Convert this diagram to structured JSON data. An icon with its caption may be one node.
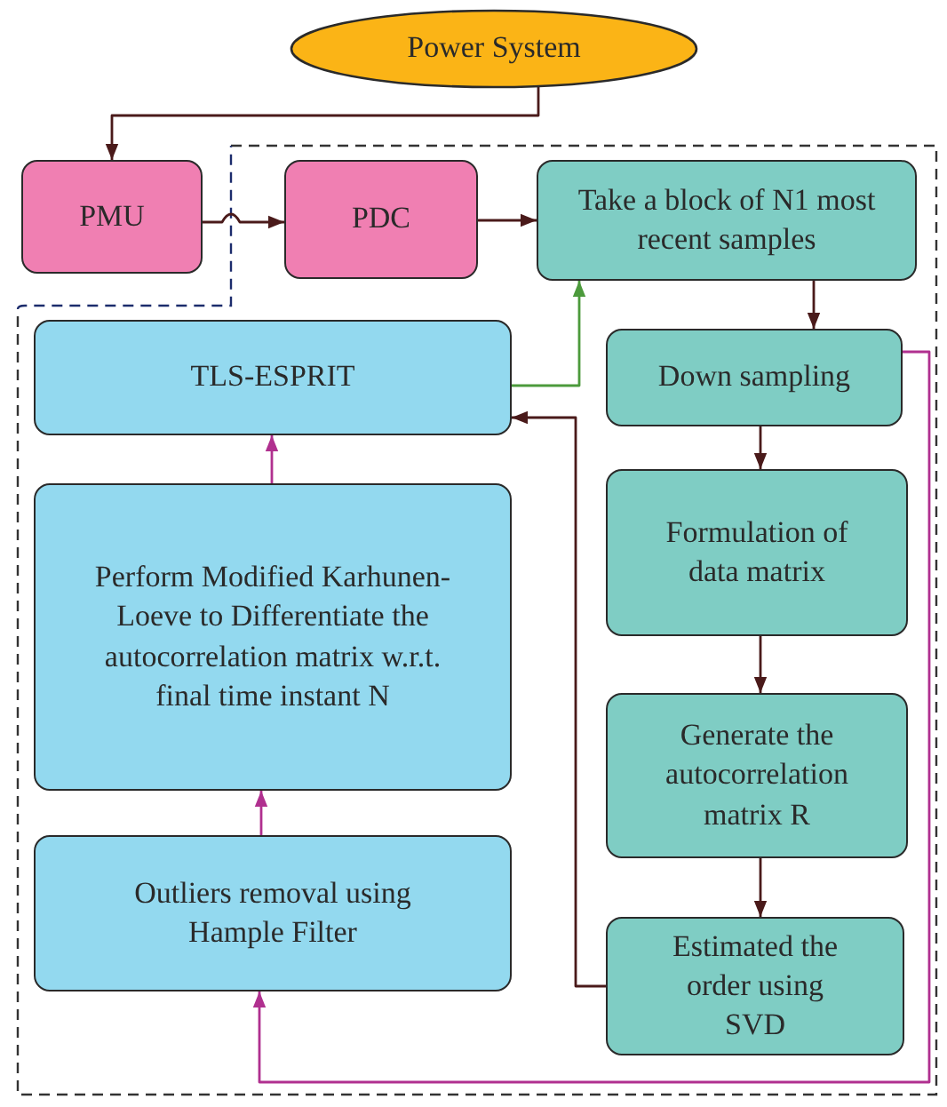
{
  "diagram": {
    "nodes": [
      {
        "text": [
          "Power System"
        ]
      },
      {
        "text": [
          "PMU"
        ]
      },
      {
        "text": [
          "PDC"
        ]
      },
      {
        "text": [
          "Take a block of N1 most recent samples"
        ]
      },
      {
        "text": [
          "TLS-ESPRIT"
        ]
      },
      {
        "text": [
          "Down sampling"
        ]
      },
      {
        "text": [
          "Perform Modified Karhunen-Loeve to Differentiate the autocorrelation matrix w.r.t. final time instant N"
        ]
      },
      {
        "text": [
          "Formulation of data matrix"
        ]
      },
      {
        "text": [
          "Generate the autocorrelation matrix R"
        ]
      },
      {
        "text": [
          "Estimated the order using SVD"
        ]
      },
      {
        "text": [
          "Outliers removal using Hample Filter"
        ]
      }
    ],
    "edges": [
      {
        "from": 0,
        "to": 1,
        "arrow": "to"
      },
      {
        "from": 1,
        "to": 2,
        "arrow": "to"
      },
      {
        "from": 2,
        "to": 3,
        "arrow": "to"
      },
      {
        "from": 3,
        "to": 5,
        "arrow": "to"
      },
      {
        "from": 4,
        "to": 3,
        "arrow": "to",
        "color": "#4c9a3c"
      },
      {
        "from": 5,
        "to": 7,
        "arrow": "to"
      },
      {
        "from": 7,
        "to": 8,
        "arrow": "to"
      },
      {
        "from": 8,
        "to": 9,
        "arrow": "to"
      },
      {
        "from": 9,
        "to": 4,
        "arrow": "to"
      },
      {
        "from": 5,
        "to": 10,
        "arrow": "to",
        "color": "#b0308f"
      },
      {
        "from": 10,
        "to": 6,
        "arrow": "to",
        "color": "#b0308f"
      },
      {
        "from": 6,
        "to": 4,
        "arrow": "to",
        "color": "#b0308f"
      }
    ]
  }
}
